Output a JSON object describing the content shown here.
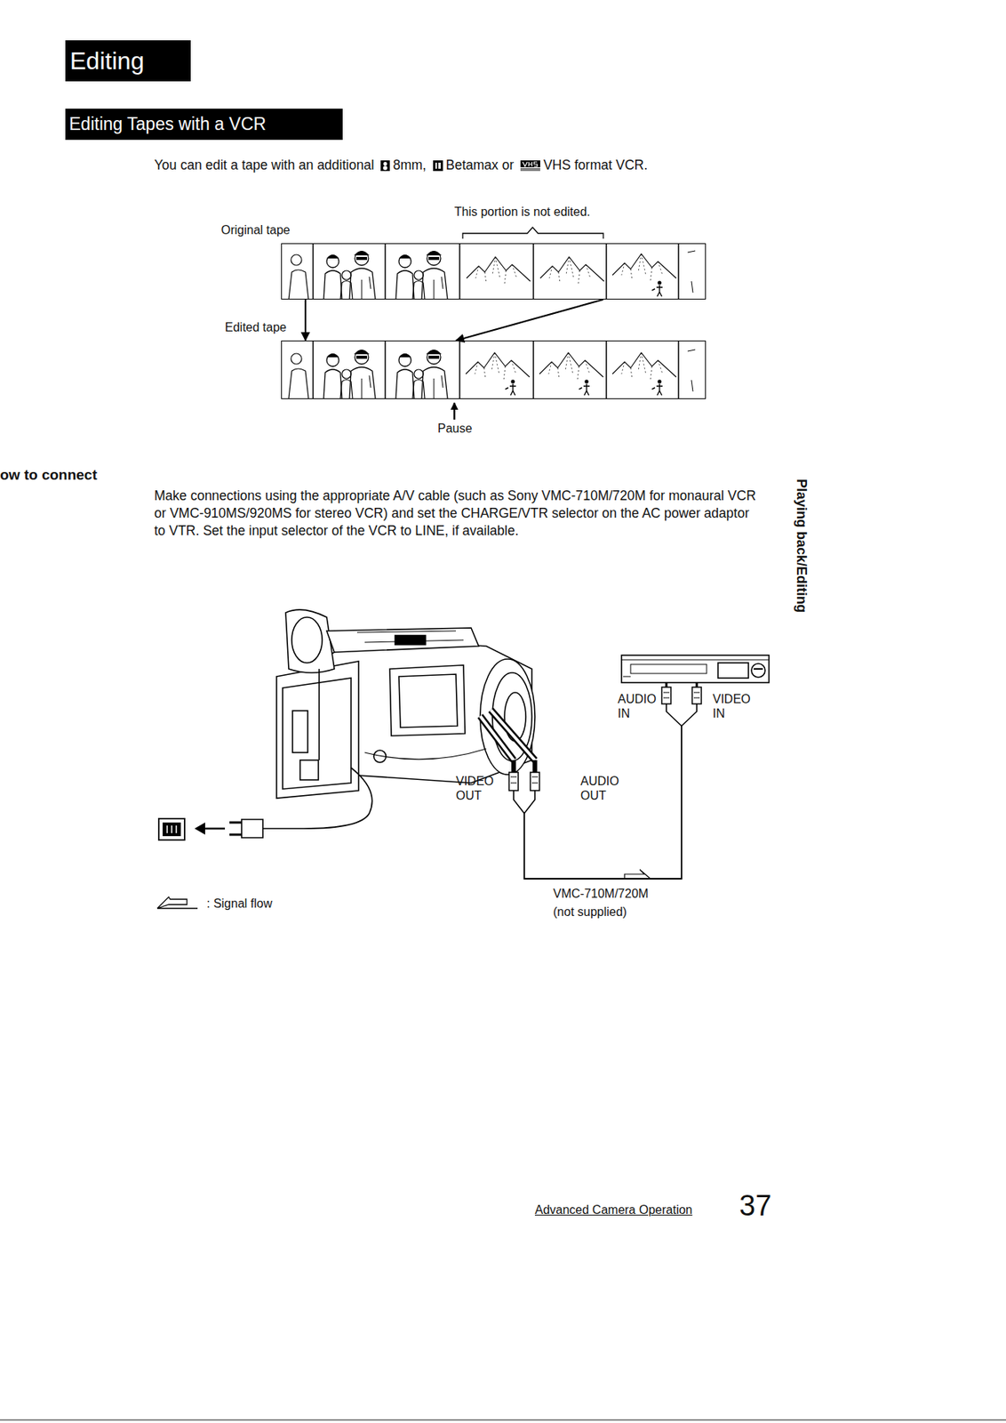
{
  "diagram": {
    "title": "Editing",
    "nodes": [
      {
        "text": [
          "Editing Tapes with a VCR"
        ]
      },
      {
        "text": [
          "Original tape"
        ]
      },
      {
        "text": [
          "Edited tape"
        ]
      },
      {
        "text": [
          "VIDEO OUT",
          "AUDIO OUT"
        ]
      },
      {
        "text": [
          "AUDIO IN",
          "VIDEO IN"
        ]
      }
    ],
    "edges": [
      {
        "from": 1,
        "to": 2,
        "arrow": "to"
      },
      {
        "from": 1,
        "to": 2,
        "arrow": "to"
      },
      {
        "from": 3,
        "to": 4,
        "label": "VMC-710M/720M",
        "arrow": "none"
      }
    ],
    "labels": [
      "You can edit a tape with an additional",
      "8mm,",
      "Betamax or",
      "VHS format VCR.",
      "This portion is not edited.",
      "Pause",
      "ow to connect",
      "Make connections using the appropriate A/V cable (such as Sony VMC-710M/720M for monaural VCR or VMC-910MS/920MS for stereo VCR) and set the CHARGE/VTR selector on the AC power adaptor to VTR. Set the input selector of the VCR to LINE, if available.",
      "(not supplied)",
      "Playing back/Editing",
      "Advanced Camera Operation",
      "37"
    ],
    "legend": [
      {
        "text": ": Signal flow"
      }
    ]
  }
}
